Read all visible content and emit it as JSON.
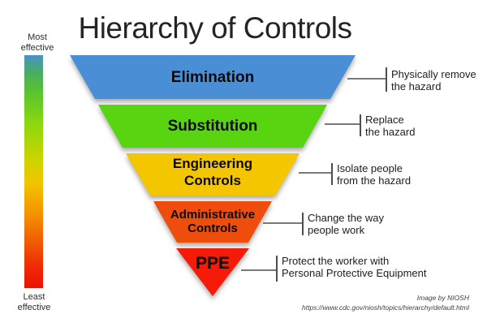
{
  "title": "Hierarchy of Controls",
  "effectiveness_scale": {
    "top_label": "Most\neffective",
    "bottom_label": "Least\neffective",
    "gradient": [
      {
        "offset": 0.0,
        "color": "#4a92c8"
      },
      {
        "offset": 0.07,
        "color": "#49ab66"
      },
      {
        "offset": 0.16,
        "color": "#5ac32d"
      },
      {
        "offset": 0.3,
        "color": "#8ed80e"
      },
      {
        "offset": 0.45,
        "color": "#cdd400"
      },
      {
        "offset": 0.55,
        "color": "#f2c400"
      },
      {
        "offset": 0.68,
        "color": "#f49300"
      },
      {
        "offset": 0.8,
        "color": "#f15c02"
      },
      {
        "offset": 0.91,
        "color": "#ee2a04"
      },
      {
        "offset": 1.0,
        "color": "#ed1204"
      }
    ]
  },
  "levels": [
    {
      "name": "Elimination",
      "color": "#4a8fd5",
      "description": "Physically remove\nthe hazard"
    },
    {
      "name": "Substitution",
      "color": "#58d411",
      "description": "Replace\nthe hazard"
    },
    {
      "name": "Engineering\nControls",
      "color": "#f3c600",
      "description": "Isolate people\nfrom the hazard"
    },
    {
      "name": "Administrative\nControls",
      "color": "#ee4d0b",
      "description": "Change the way\npeople work"
    },
    {
      "name": "PPE",
      "color": "#f51b08",
      "description": "Protect the worker with\nPersonal Protective Equipment"
    }
  ],
  "connector_color": "#4d4d4d",
  "credit": {
    "line1": "Image by NIOSH",
    "line2": "https://www.cdc.gov/niosh/topics/hierarchy/default.html"
  }
}
